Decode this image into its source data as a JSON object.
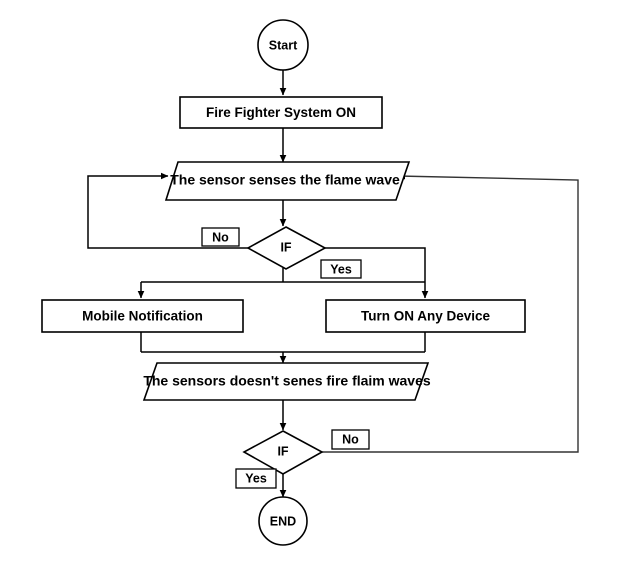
{
  "diagram": {
    "title": "Fire Fighter System Flowchart",
    "background_color": "#ffffff",
    "stroke_color": "#000000",
    "nodes": {
      "start": {
        "label": "Start",
        "shape": "terminal-circle"
      },
      "system_on": {
        "label": "Fire Fighter System ON",
        "shape": "process-rectangle"
      },
      "sensor_senses": {
        "label": "The sensor senses the flame wave",
        "shape": "io-parallelogram"
      },
      "decision_one": {
        "label": "IF",
        "shape": "decision-diamond"
      },
      "mobile_notification": {
        "label": "Mobile Notification",
        "shape": "process-rectangle"
      },
      "turn_on_device": {
        "label": "Turn ON Any Device",
        "shape": "process-rectangle"
      },
      "sensor_no_flame": {
        "label": "The sensors doesn't senes fire flaim waves",
        "shape": "io-parallelogram"
      },
      "decision_two": {
        "label": "IF",
        "shape": "decision-diamond"
      },
      "end": {
        "label": "END",
        "shape": "terminal-circle"
      }
    },
    "branch_labels": {
      "decision_one_no": "No",
      "decision_one_yes": "Yes",
      "decision_two_no": "No",
      "decision_two_yes": "Yes"
    }
  }
}
